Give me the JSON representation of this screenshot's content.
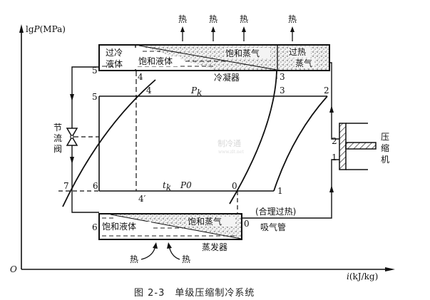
{
  "axes": {
    "y_label_prefix": "lg",
    "y_label_var": "P",
    "y_label_unit": "(MPa)",
    "x_label_var": "i",
    "x_label_unit": "(kJ/kg)",
    "origin": "O"
  },
  "condenser": {
    "name": "冷凝器",
    "subcooled_liquid_line1": "过冷",
    "subcooled_liquid_line2": "液体",
    "saturated_liquid": "饱和液体",
    "saturated_vapor": "饱和蒸气",
    "superheated_vapor_line1": "过热",
    "superheated_vapor_line2": "蒸气",
    "heat_out_labels": [
      "热",
      "热",
      "热",
      "热"
    ]
  },
  "evaporator": {
    "name": "蒸发器",
    "saturated_liquid": "饱和液体",
    "saturated_vapor": "饱和蒸气",
    "heat_in_labels": [
      "热",
      "热"
    ]
  },
  "throttle_valve": {
    "line1": "节",
    "line2": "流",
    "line3": "阀"
  },
  "compressor": {
    "line1": "压",
    "line2": "缩",
    "line3": "机"
  },
  "suction_pipe": {
    "name": "吸气管",
    "note": "(合理过热)"
  },
  "pressures": {
    "condensing": "P",
    "condensing_sub": "k",
    "evaporating": "P0",
    "temp_label": "t",
    "temp_sub": "k"
  },
  "points": {
    "p0": "0",
    "p1": "1",
    "p2": "2",
    "p3": "3",
    "p4": "4",
    "p4prime": "4′",
    "p5": "5",
    "p6": "6",
    "p7": "7"
  },
  "watermark": {
    "text": "制冷通",
    "url": "www.zlt.net"
  },
  "caption": "图 2-3　单级压缩制冷系统"
}
